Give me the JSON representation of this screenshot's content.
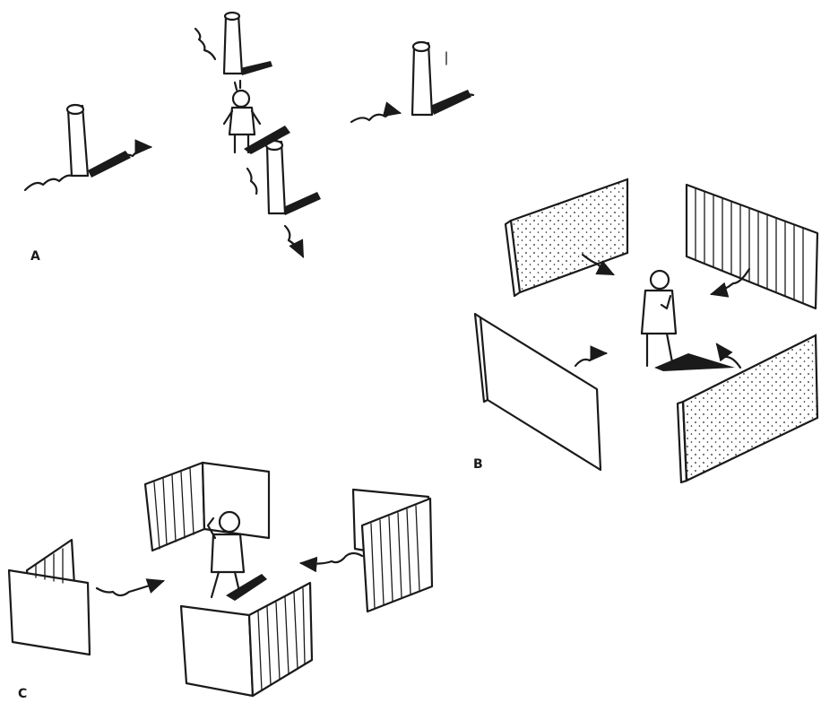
{
  "panels": [
    {
      "id": "A",
      "label": "A"
    },
    {
      "id": "B",
      "label": "B"
    },
    {
      "id": "C",
      "label": "C"
    }
  ],
  "colors": {
    "ink": "#1a1a1a",
    "paper": "#ffffff"
  }
}
